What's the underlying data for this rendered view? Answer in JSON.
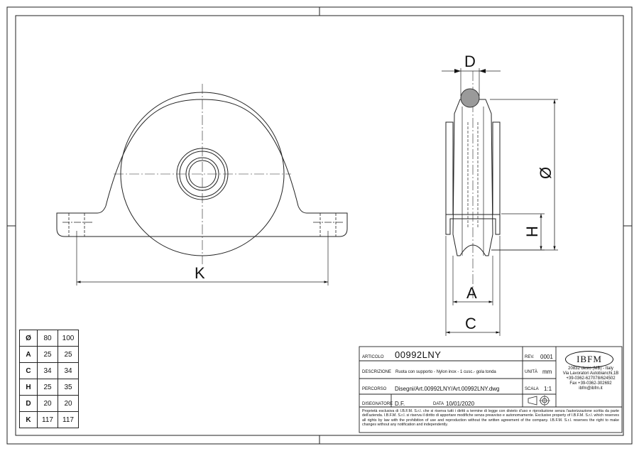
{
  "drawing": {
    "front_view": {
      "dim_label_k": "K"
    },
    "side_view": {
      "dim_label_d": "D",
      "dim_label_diameter": "Ø",
      "dim_label_h": "H",
      "dim_label_a": "A",
      "dim_label_c": "C"
    }
  },
  "dimension_table": {
    "rows": [
      {
        "label": "Ø",
        "v1": "80",
        "v2": "100"
      },
      {
        "label": "A",
        "v1": "25",
        "v2": "25"
      },
      {
        "label": "C",
        "v1": "34",
        "v2": "34"
      },
      {
        "label": "H",
        "v1": "25",
        "v2": "35"
      },
      {
        "label": "D",
        "v1": "20",
        "v2": "20"
      },
      {
        "label": "K",
        "v1": "117",
        "v2": "117"
      }
    ]
  },
  "title_block": {
    "articolo_label": "ARTICOLO",
    "articolo_value": "00992LNY",
    "rev_label": "REV.",
    "rev_value": "0001",
    "descrizione_label": "DESCRIZIONE",
    "descrizione_value": "Ruota con supporto - Nylon inox - 1 cusc.- gola tonda",
    "unita_label": "UNITÀ",
    "unita_value": "mm",
    "percorso_label": "PERCORSO",
    "percorso_value": "Disegni/Art.00992LNY/Art.00992LNY.dwg",
    "scala_label": "SCALA",
    "scala_value": "1:1",
    "disegnatore_label": "DISEGNATORE",
    "disegnatore_value": "D.F.",
    "data_label": "DATA",
    "data_value": "10/01/2020",
    "logo_text": "IBFM",
    "company_lines": [
      "20832 desio (MB) - Italy",
      "Via Lavoratori Autobianchi,1B",
      "+39-0362-627078/624502",
      "Fax +39-0362-302692",
      "ibfm@ibfm.it"
    ],
    "disclaimer": "Proprietà esclusiva di I.B.F.M. S.r.l. che si riserva tutti i diritti a termine di legge con divieto d'uso e riproduzione senza l'autorizzazione scritta da parte dell'azienda. I.B.F.M. S.r.l. si riserva il diritto di apportare modifiche senza preavviso e autonomamente. Exclusive property of I.B.F.M. S.r.l. which reserves all rights by law with the prohibition of use and reproduction without the written agreement of the company. I.B.F.M. S.r.l. reserves the right to make changes without any notification and independently."
  }
}
